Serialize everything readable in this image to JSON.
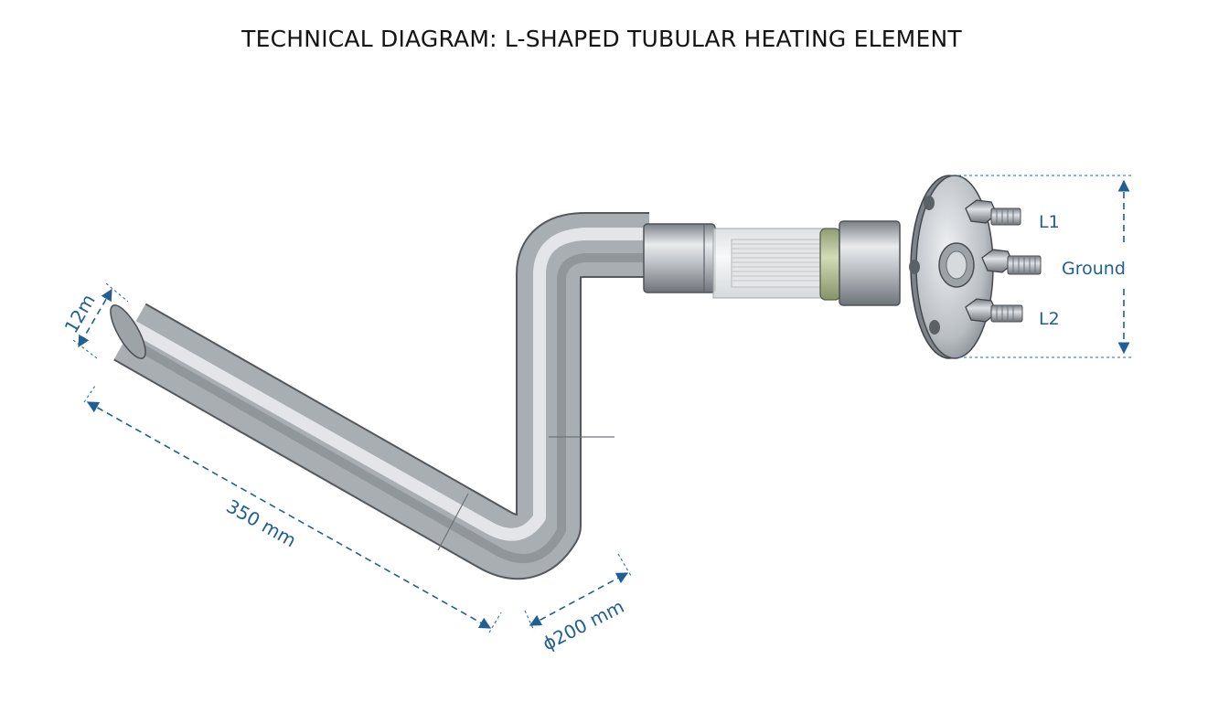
{
  "title": "TECHNICAL DIAGRAM: L-SHAPED TUBULAR HEATING ELEMENT",
  "dimensions": {
    "tube_diameter": "12m",
    "straight_length": "350 mm",
    "bend_diameter": "ϕ200 mm"
  },
  "terminals": {
    "l1": "L1",
    "ground": "Ground",
    "l2": "L2"
  },
  "colors": {
    "dimension": "#1f5f95",
    "tube_steel": "#b9bdc2",
    "gasket": "#a9b98d"
  }
}
